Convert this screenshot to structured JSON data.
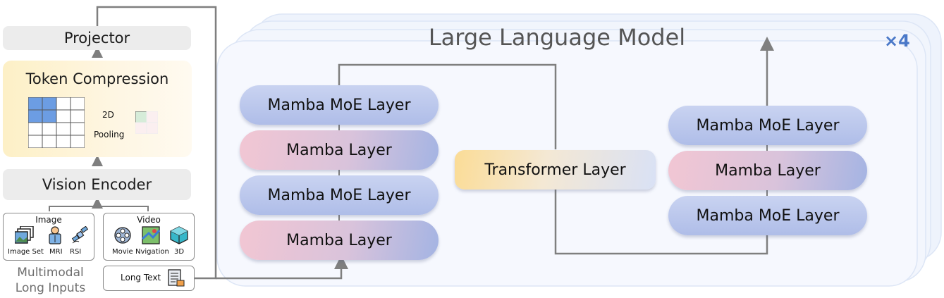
{
  "left": {
    "projector": "Projector",
    "token_compression": "Token Compression",
    "pool_2d": "2D",
    "pool_label": "Pooling",
    "vision_encoder": "Vision Encoder",
    "image_card": {
      "title": "Image",
      "items": [
        "Image Set",
        "MRI",
        "RSI"
      ]
    },
    "video_card": {
      "title": "Video",
      "items": [
        "Movie",
        "Nvigation",
        "3D"
      ]
    },
    "long_text": "Long Text",
    "caption_line1": "Multimodal",
    "caption_line2": "Long Inputs"
  },
  "llm": {
    "title": "Large Language Model",
    "repeat": "×4",
    "left_stack": [
      "Mamba MoE Layer",
      "Mamba Layer",
      "Mamba MoE Layer",
      "Mamba Layer"
    ],
    "middle": "Transformer Layer",
    "right_stack": [
      "Mamba MoE Layer",
      "Mamba Layer",
      "Mamba MoE Layer"
    ]
  },
  "colors": {
    "moe": "#b7c4ec",
    "mamba_start": "#f2c6d3",
    "mamba_end": "#a4b4e3",
    "transformer_start": "#fbdc96",
    "accent_x4": "#4a78c8",
    "arrow": "#7f7f7f"
  }
}
